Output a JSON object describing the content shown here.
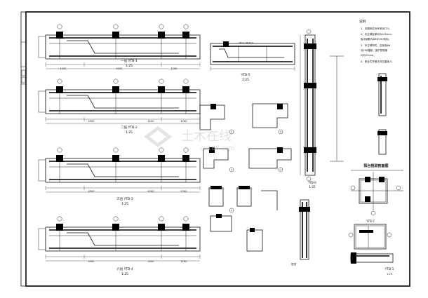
{
  "watermark": {
    "text": "土木在线",
    "subtext": "co188.com"
  },
  "beams": [
    {
      "id": "b1",
      "caption": "一层 YTB-1",
      "scale": "1:25",
      "dims": [
        "1200",
        "4200",
        "1200"
      ]
    },
    {
      "id": "b2",
      "caption": "二层 YTB-2",
      "scale": "1:25",
      "dims": [
        "4500",
        "4200",
        "1200"
      ]
    },
    {
      "id": "b3",
      "caption": "三层 YTB-3",
      "scale": "1:25",
      "dims": [
        "4500",
        "4200",
        "1200"
      ]
    },
    {
      "id": "b4",
      "caption": "六层 YTB-4",
      "scale": "1:25",
      "dims": [
        "4500",
        "4200",
        "1200"
      ]
    }
  ],
  "top_mid": {
    "caption": "YTB-5",
    "scale": "1:25"
  },
  "right_vertical": {
    "caption": "YTB-6",
    "scale": "1:25"
  },
  "details": {
    "d1": "①",
    "d2": "②",
    "d3": "③",
    "d4": "④",
    "d5": "⑤"
  },
  "section_label": "阳台挑梁剖面图",
  "bottom_right": {
    "label": "YTB-7",
    "caption": "YTB-1",
    "scale": "1:25"
  },
  "notes": {
    "title": "说明:",
    "items": [
      "1、本图构件标号采用C25。",
      "2、未注明板厚均为100mm，",
      "   板中钢筋为Φ8@150双向。",
      "3、未注明构件，应采用Φ6",
      "   @200箍筋，保护层厚度",
      "   均为25mm。",
      "4、阳台栏杆做法详见建施-5。"
    ]
  }
}
